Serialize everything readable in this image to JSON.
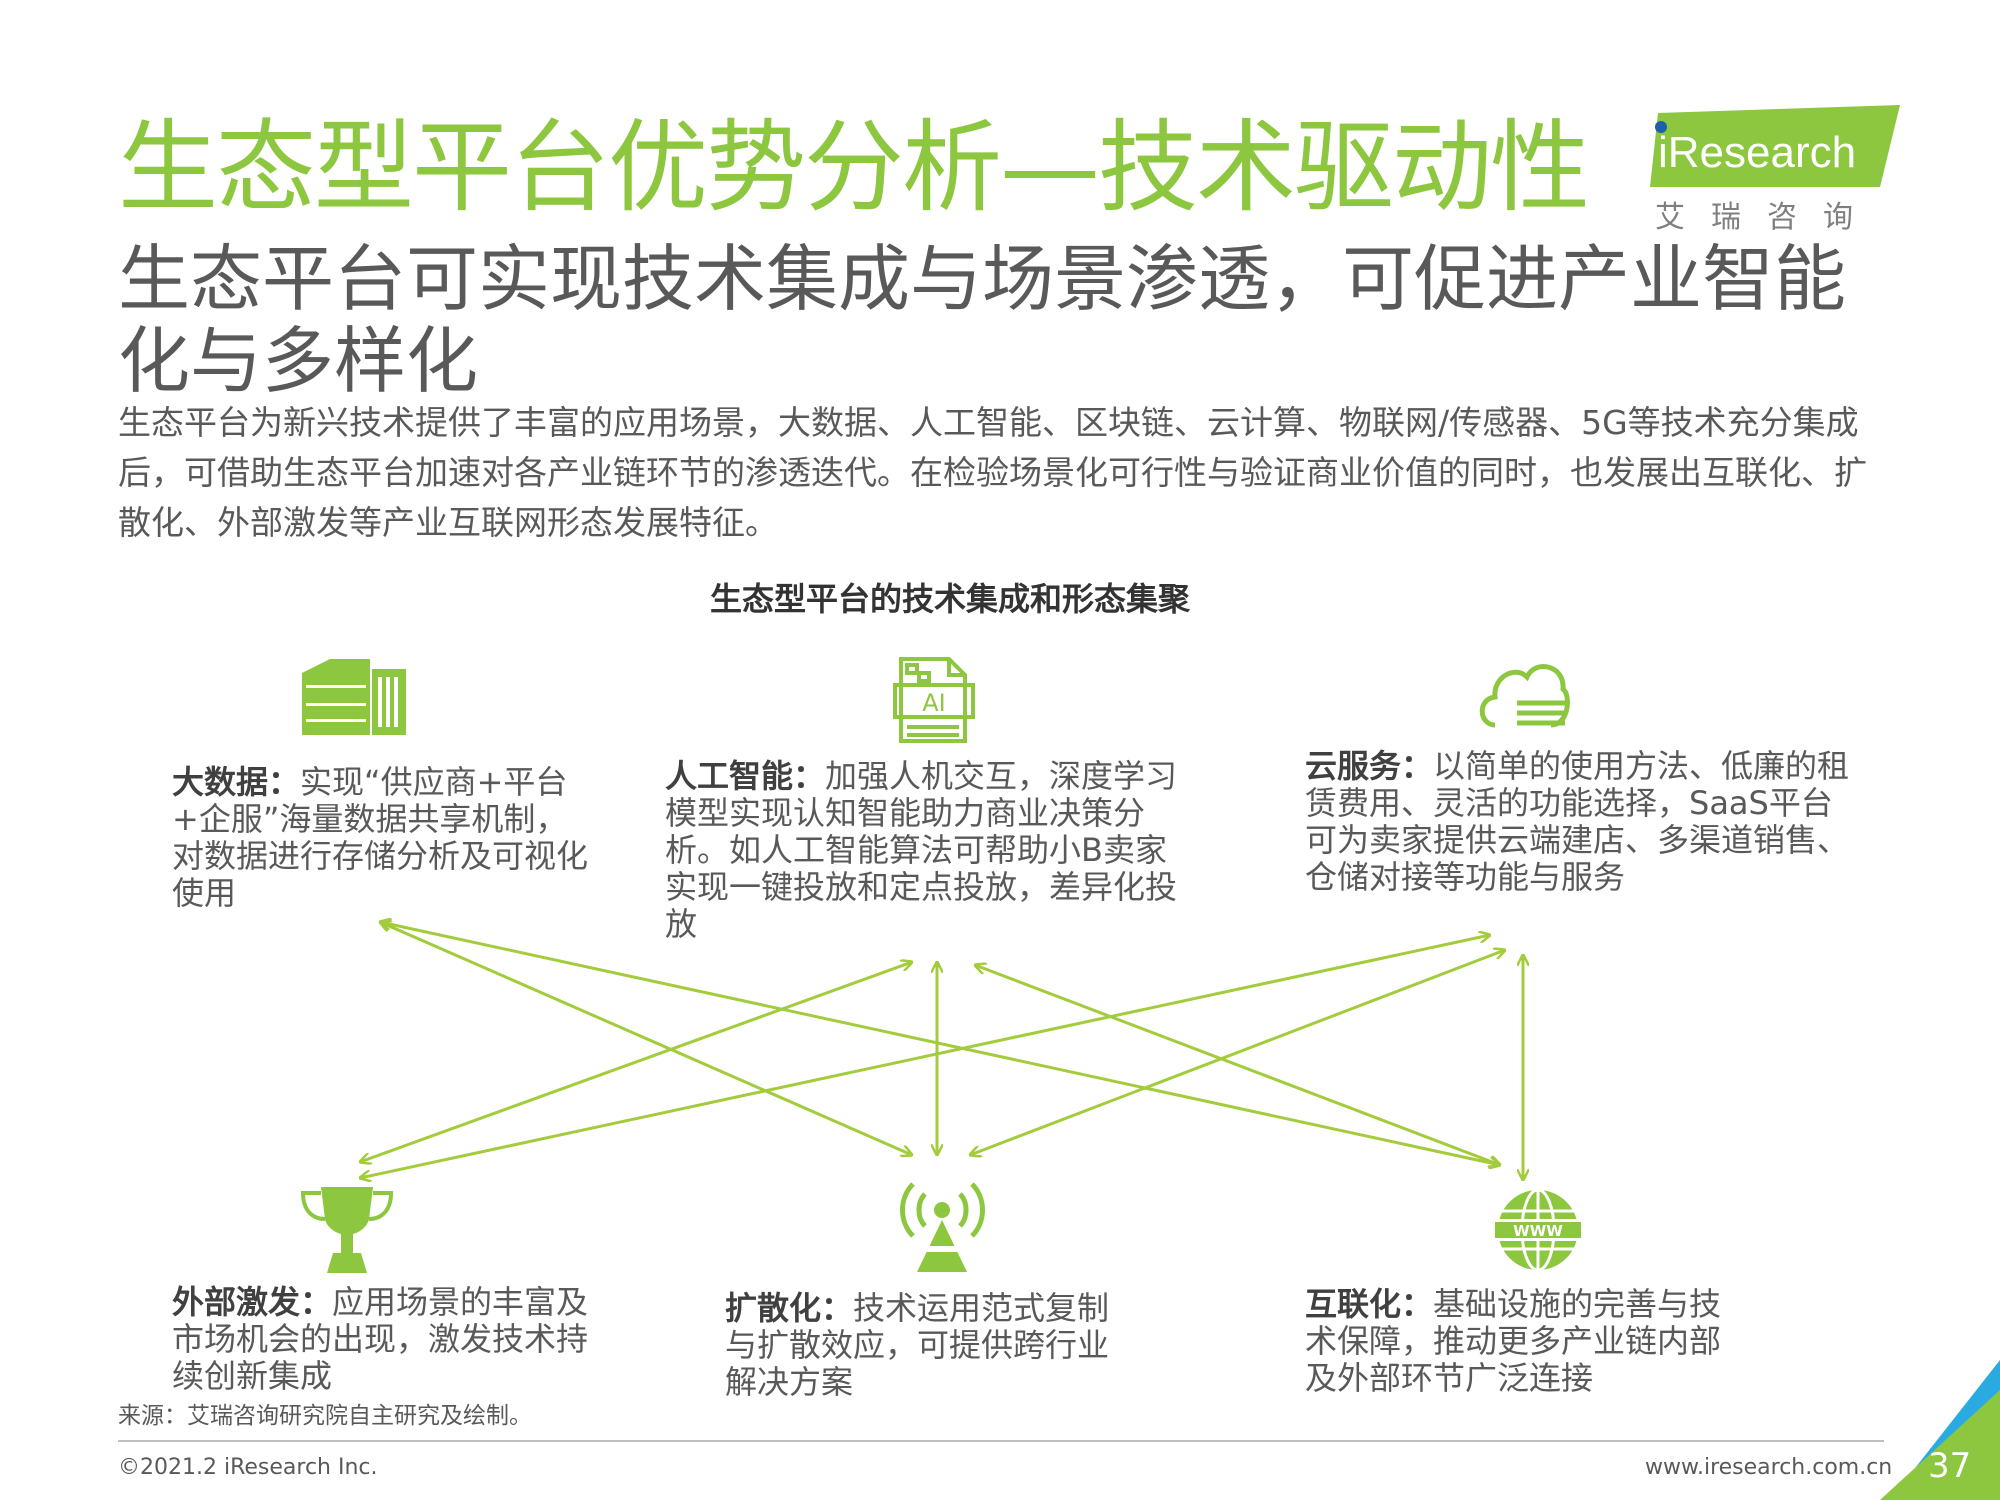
{
  "header": {
    "title": "生态型平台优势分析—技术驱动性",
    "logo_text": "iResearch",
    "logo_subtext": "艾瑞咨询"
  },
  "subtitle": "生态平台可实现技术集成与场景渗透，可促进产业智能化与多样化",
  "intro": "生态平台为新兴技术提供了丰富的应用场景，大数据、人工智能、区块链、云计算、物联网/传感器、5G等技术充分集成后，可借助生态平台加速对各产业链环节的渗透迭代。在检验场景化可行性与验证商业价值的同时，也发展出互联化、扩散化、外部激发等产业互联网形态发展特征。",
  "diagram": {
    "title": "生态型平台的技术集成和形态集聚",
    "nodes": [
      {
        "icon": "server-icon",
        "label": "大数据：",
        "text": "实现“供应商+平台+企服”海量数据共享机制，对数据进行存储分析及可视化使用"
      },
      {
        "icon": "ai-document-icon",
        "label": "人工智能：",
        "text": "加强人机交互，深度学习模型实现认知智能助力商业决策分析。如人工智能算法可帮助小B卖家实现一键投放和定点投放，差异化投放"
      },
      {
        "icon": "cloud-icon",
        "label": "云服务：",
        "text": "以简单的使用方法、低廉的租赁费用、灵活的功能选择，SaaS平台可为卖家提供云端建店、多渠道销售、仓储对接等功能与服务"
      },
      {
        "icon": "trophy-icon",
        "label": "外部激发：",
        "text": "应用场景的丰富及市场机会的出现，激发技术持续创新集成"
      },
      {
        "icon": "signal-tower-icon",
        "label": "扩散化：",
        "text": "技术运用范式复制与扩散效应，可提供跨行业解决方案"
      },
      {
        "icon": "globe-www-icon",
        "label": "互联化：",
        "text": "基础设施的完善与技术保障，推动更多产业链内部及外部环节广泛连接"
      }
    ],
    "icon_www_text": "WWW",
    "icon_ai_text": "AI"
  },
  "footer": {
    "source": "来源：艾瑞咨询研究院自主研究及绘制。",
    "copyright": "©2021.2 iResearch Inc.",
    "website": "www.iresearch.com.cn",
    "page_number": "37"
  },
  "colors": {
    "accent_green": "#8DC63F",
    "text_gray": "#595959",
    "corner_blue": "#29ABE2"
  }
}
